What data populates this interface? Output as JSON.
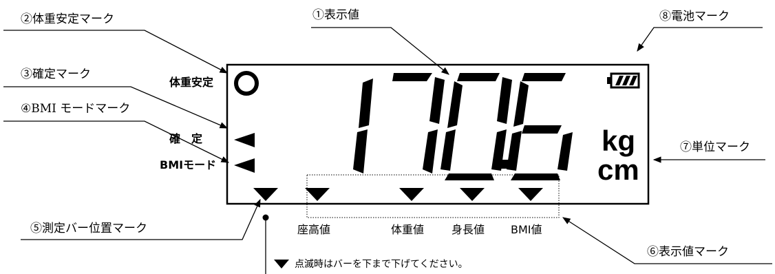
{
  "callouts": {
    "display_value": "①表示値",
    "weight_stable_mark": "②体重安定マーク",
    "confirm_mark": "③確定マーク",
    "bmi_mode_mark": "④BMI モードマーク",
    "bar_position_mark": "⑤測定バー位置マーク",
    "display_value_mark": "⑥表示値マーク",
    "unit_mark": "⑦単位マーク",
    "battery_mark": "⑧電池マーク"
  },
  "panel": {
    "weight_stable_label": "体重安定",
    "confirm_label": "確　定",
    "bmi_mode_label": "BMIモード",
    "reading": "170.6",
    "unit_kg": "kg",
    "unit_cm": "cm"
  },
  "value_labels": [
    "座高値",
    "体重値",
    "身長値",
    "BMI値"
  ],
  "note": "点滅時はバーを下まで下げてください。",
  "icons": {
    "stable": "circle-icon",
    "confirm": "left-triangle-icon",
    "bmi": "left-triangle-icon",
    "indicator": "down-triangle-icon",
    "battery": "battery-icon"
  }
}
